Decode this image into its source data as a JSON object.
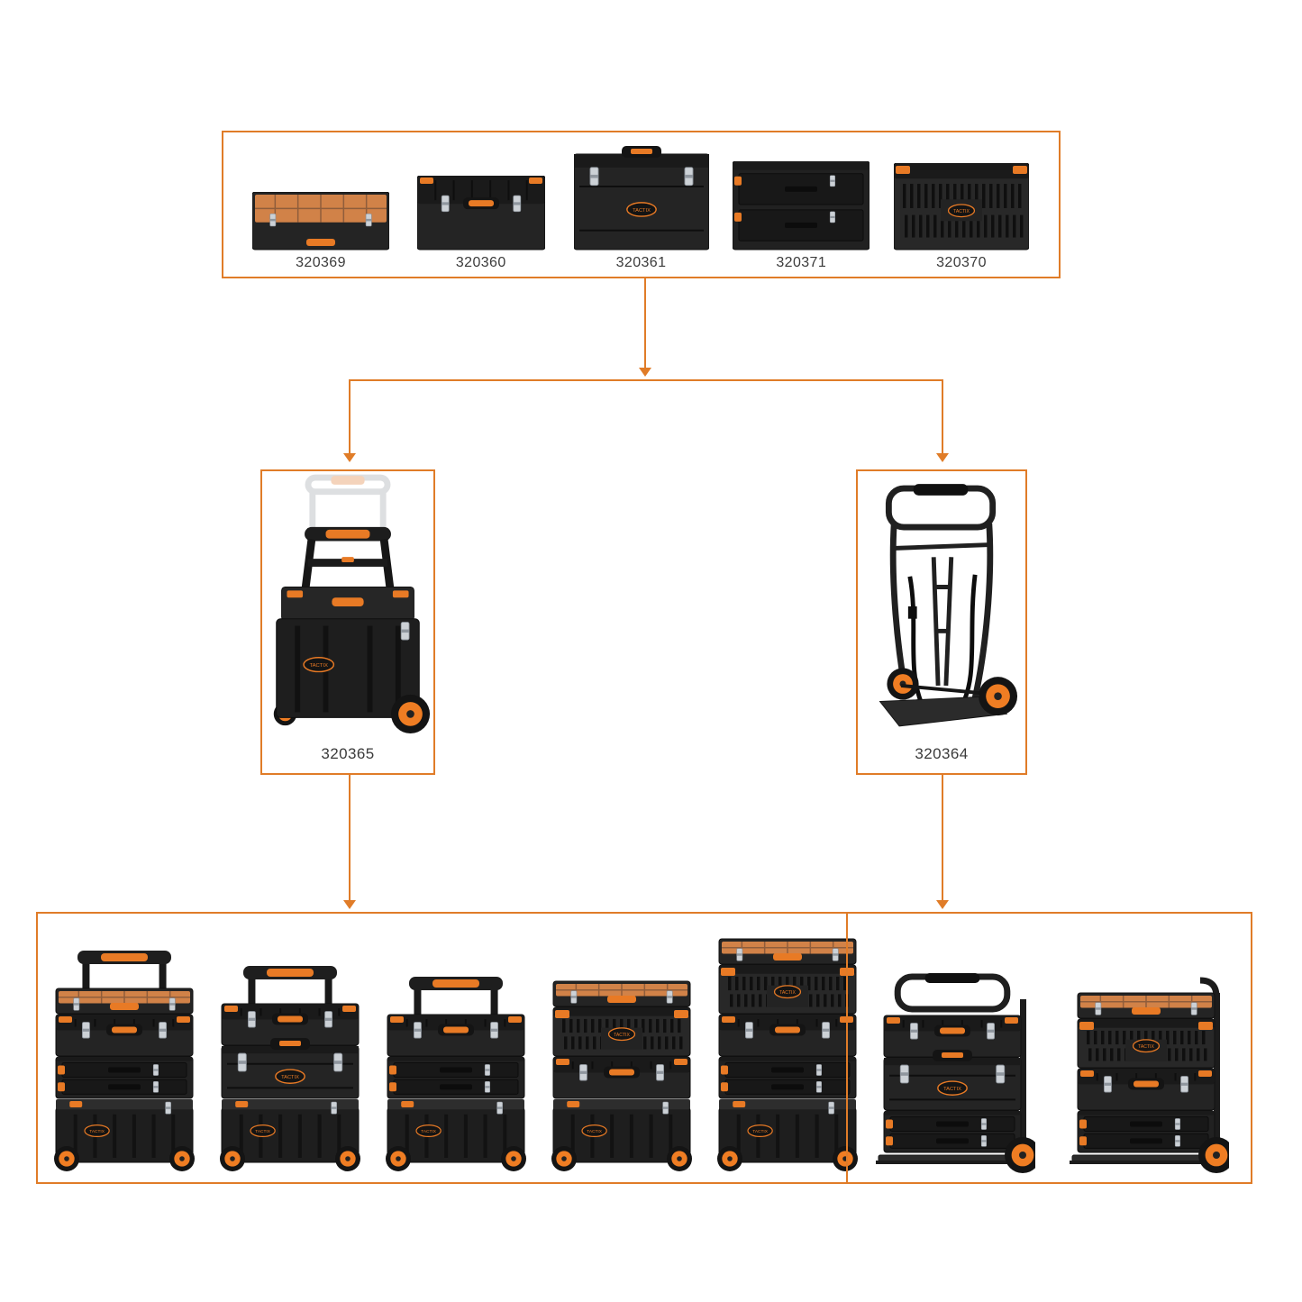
{
  "palette": {
    "accent": "#E07C28",
    "label_text": "#3B3B3B",
    "body_dark": "#1E1E1E",
    "body_mid": "#242424",
    "body_lid": "#1A1A1A",
    "groove": "#0E0E0E",
    "orange": "#E87A25",
    "orange_lid": "#C96A26",
    "silver": "#CCD1D6",
    "silver_dark": "#8F969E",
    "wheel_orange": "#EF7D23",
    "ghost_gray": "#B6B9BD",
    "background": "#FFFFFF"
  },
  "brand": "TACTIX",
  "top_group": {
    "name": "modular-boxes",
    "items": [
      {
        "code": "320369",
        "name": "organizer-case",
        "art": "organizer"
      },
      {
        "code": "320360",
        "name": "power-tool-case",
        "art": "toolbox"
      },
      {
        "code": "320361",
        "name": "deep-tool-box",
        "art": "deepbox"
      },
      {
        "code": "320371",
        "name": "two-drawer-unit",
        "art": "drawers"
      },
      {
        "code": "320370",
        "name": "ventilated-crate",
        "art": "crate"
      }
    ]
  },
  "mid_left": {
    "code": "320365",
    "name": "rolling-cart-box",
    "art": "cart-full"
  },
  "mid_right": {
    "code": "320364",
    "name": "hand-truck",
    "art": "handtruck-full"
  },
  "bottom_group": {
    "name": "stack-combinations",
    "left_stacks": [
      {
        "base": "cart",
        "handle": true,
        "layers": [
          "organizer",
          "toolbox",
          "drawers"
        ]
      },
      {
        "base": "cart",
        "handle": true,
        "layers": [
          "toolbox",
          "deepbox"
        ]
      },
      {
        "base": "cart",
        "handle": true,
        "layers": [
          "toolbox",
          "drawers"
        ]
      },
      {
        "base": "cart",
        "handle": false,
        "layers": [
          "organizer",
          "crate",
          "toolbox"
        ]
      },
      {
        "base": "cart",
        "handle": false,
        "layers": [
          "organizer",
          "crate",
          "toolbox",
          "drawers"
        ]
      }
    ],
    "right_stacks": [
      {
        "base": "handtruck",
        "handle": true,
        "layers": [
          "toolbox",
          "deepbox",
          "drawers"
        ]
      },
      {
        "base": "handtruck",
        "handle": false,
        "layers": [
          "organizer",
          "crate",
          "toolbox",
          "drawers"
        ]
      }
    ]
  }
}
